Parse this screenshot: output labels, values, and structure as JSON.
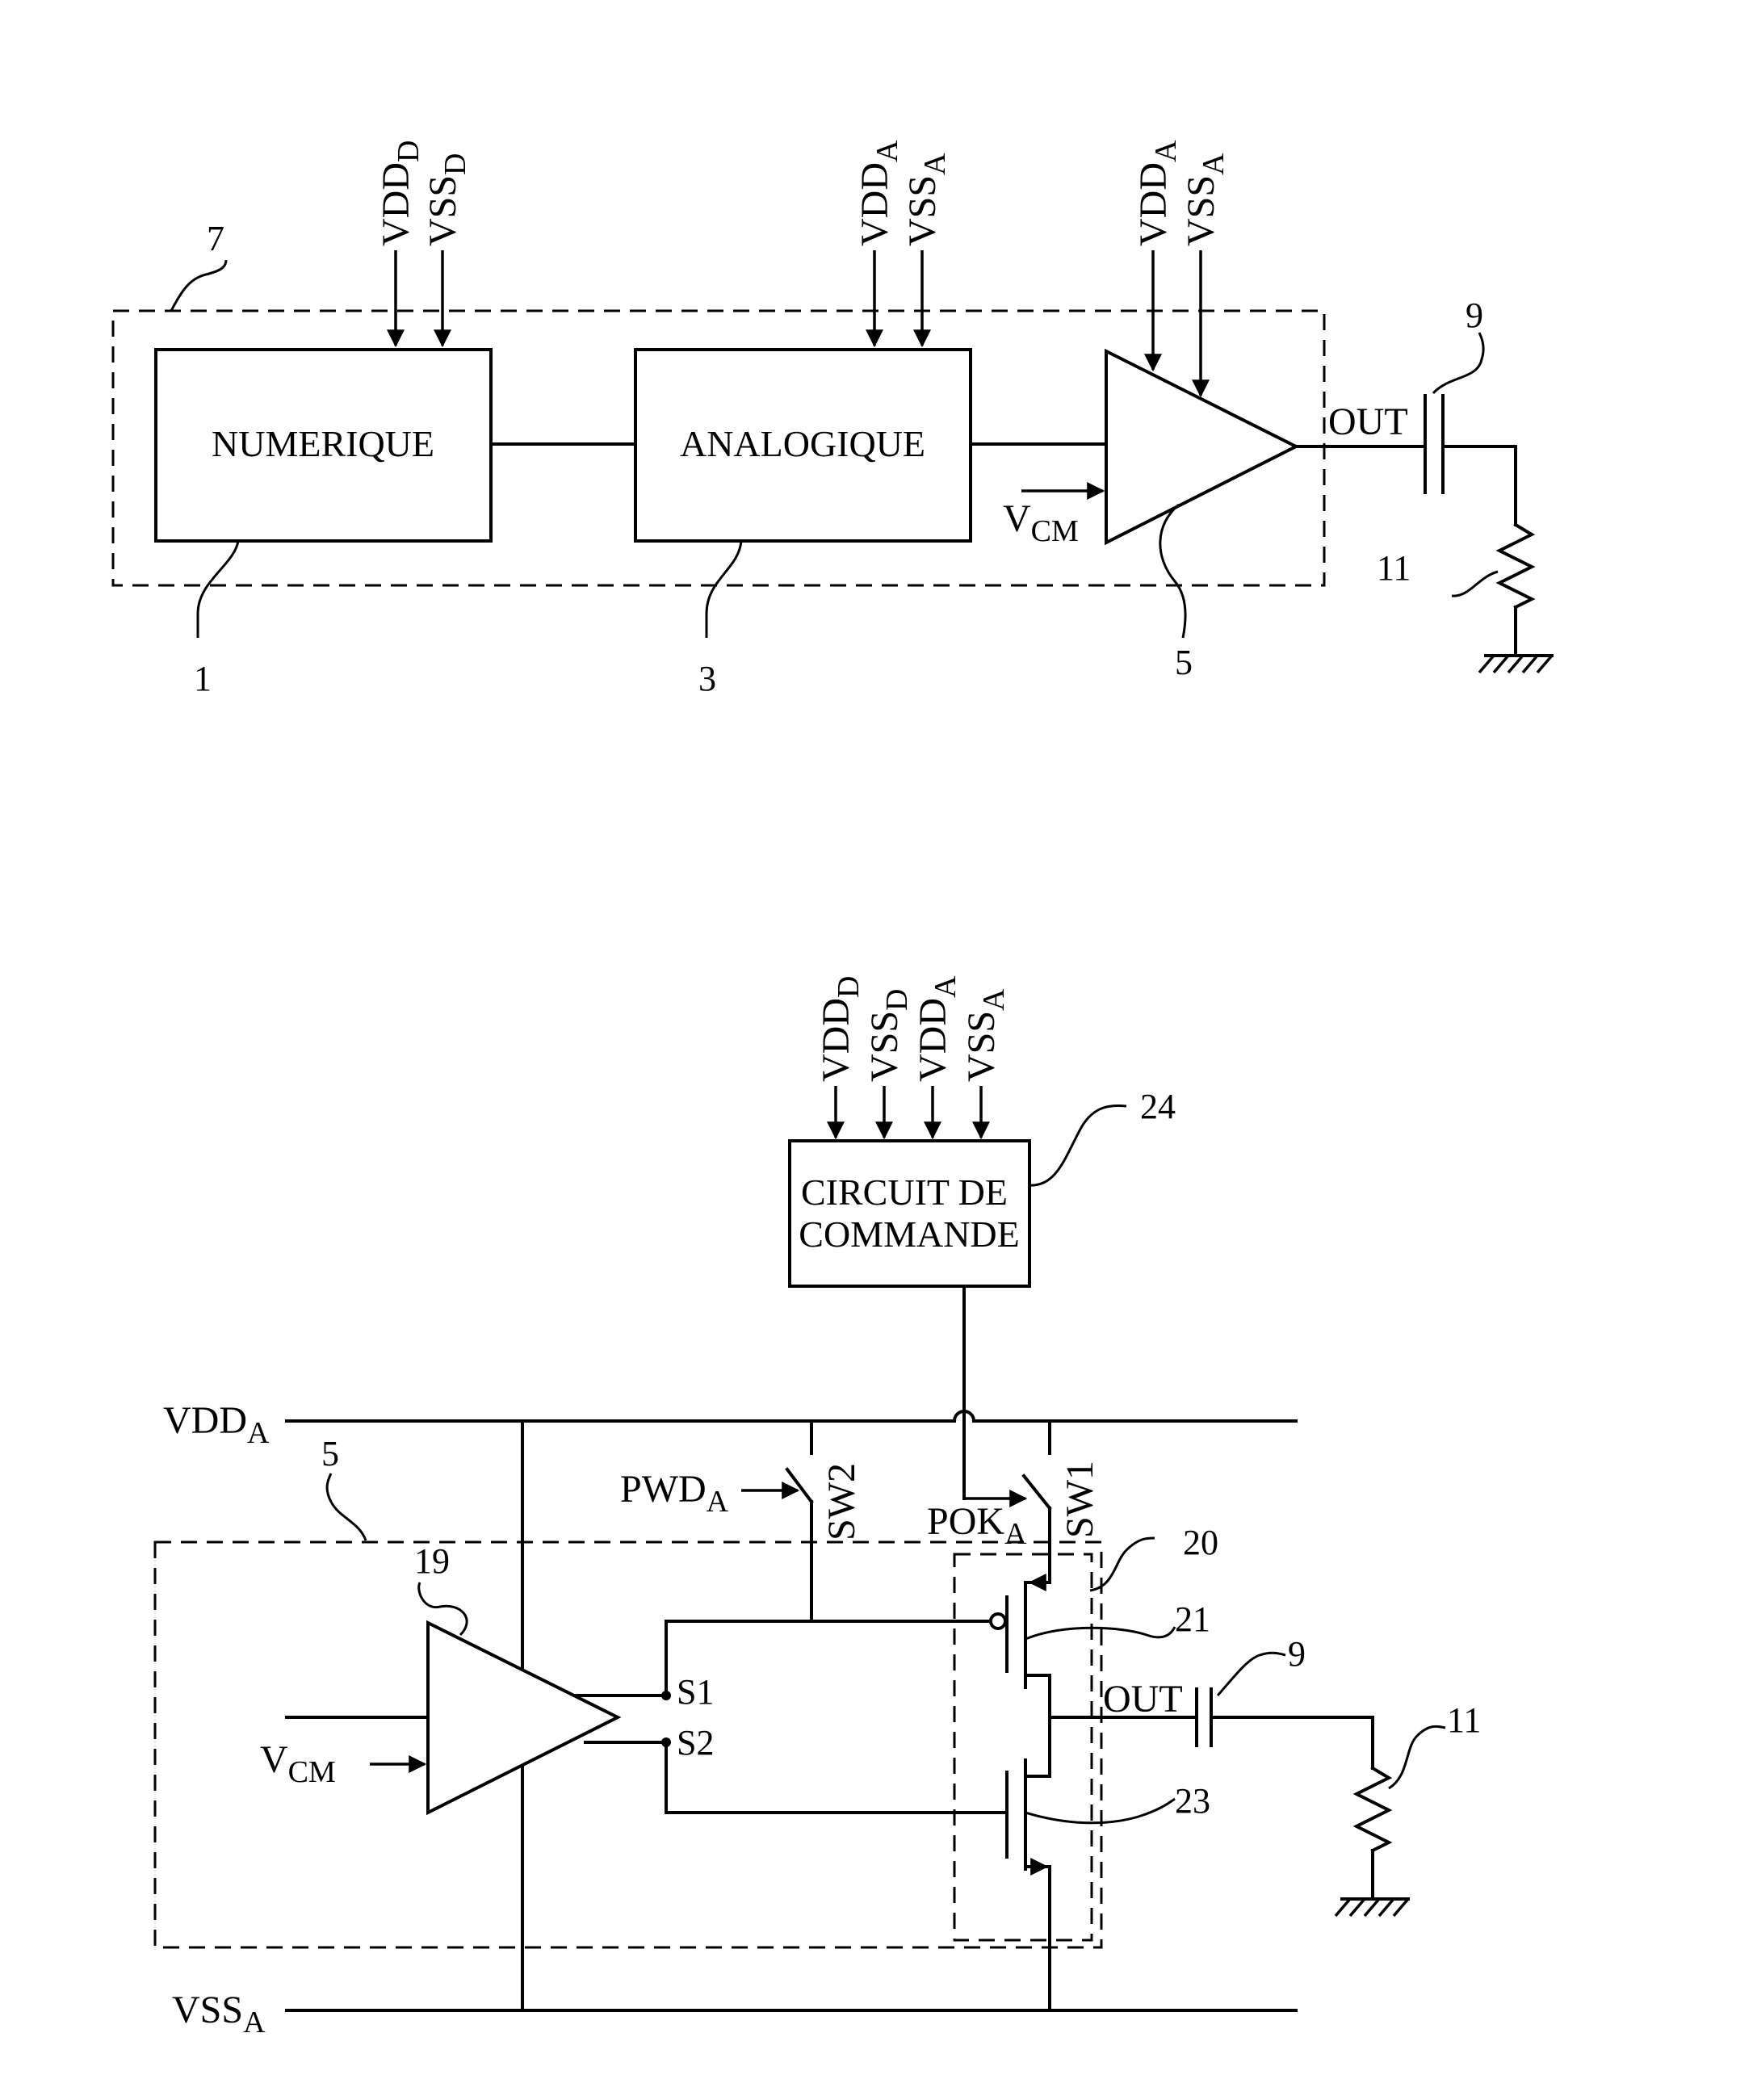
{
  "fig1": {
    "block1_label": "NUMERIQUE",
    "block3_label": "ANALOGIQUE",
    "supply_digital": {
      "vdd": "VDD",
      "vdd_sub": "D",
      "vss": "VSS",
      "vss_sub": "D"
    },
    "supply_analog_1": {
      "vdd": "VDD",
      "vdd_sub": "A",
      "vss": "VSS",
      "vss_sub": "A"
    },
    "supply_analog_2": {
      "vdd": "VDD",
      "vdd_sub": "A",
      "vss": "VSS",
      "vss_sub": "A"
    },
    "vcm": "V",
    "vcm_sub": "CM",
    "out": "OUT",
    "ref_dashed_box": "7",
    "ref_block1": "1",
    "ref_block3": "3",
    "ref_amp": "5",
    "ref_capacitor": "9",
    "ref_resistor": "11"
  },
  "fig2": {
    "control_line1": "CIRCUIT DE",
    "control_line2": "COMMANDE",
    "supplies": [
      {
        "main": "VDD",
        "sub": "D"
      },
      {
        "main": "VSS",
        "sub": "D"
      },
      {
        "main": "VDD",
        "sub": "A"
      },
      {
        "main": "VSS",
        "sub": "A"
      }
    ],
    "rail_top": "VDD",
    "rail_top_sub": "A",
    "rail_bottom": "VSS",
    "rail_bottom_sub": "A",
    "pwd": "PWD",
    "pwd_sub": "A",
    "pok": "POK",
    "pok_sub": "A",
    "sw1": "SW1",
    "sw2": "SW2",
    "vcm": "V",
    "vcm_sub": "CM",
    "s1": "S1",
    "s2": "S2",
    "out": "OUT",
    "ref_amp_box": "5",
    "ref_opamp": "19",
    "ref_stage": "20",
    "ref_pmos": "21",
    "ref_nmos": "23",
    "ref_control": "24",
    "ref_capacitor": "9",
    "ref_resistor": "11"
  }
}
